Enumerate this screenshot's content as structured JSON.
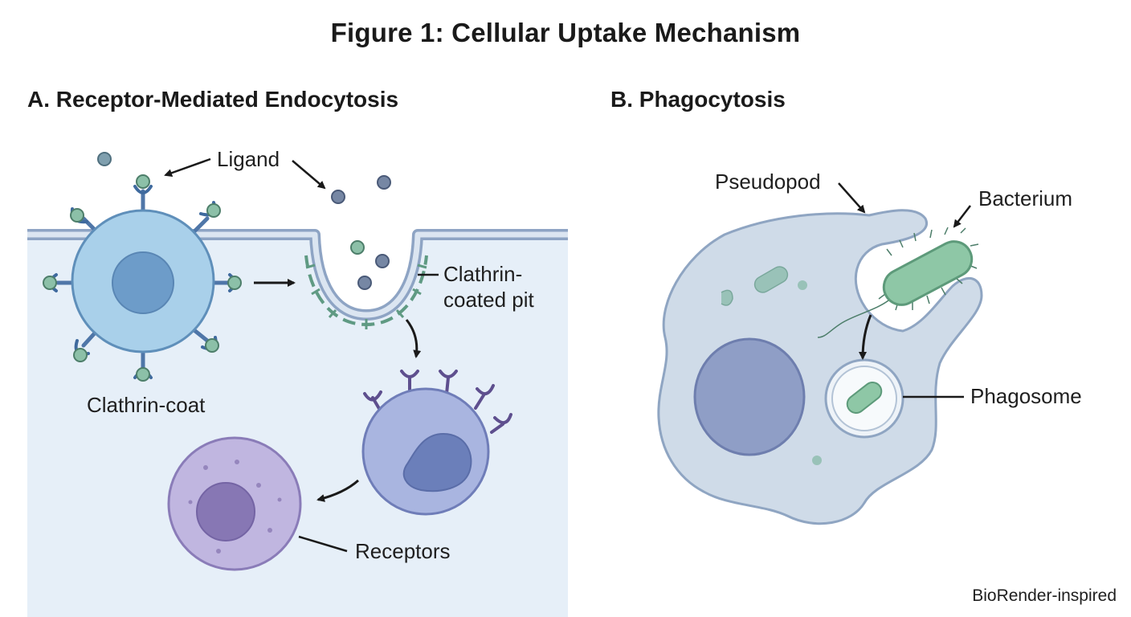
{
  "figure": {
    "title": "Figure 1: Cellular Uptake Mechanism",
    "credit": "BioRender-inspired"
  },
  "panel_a": {
    "title": "A. Receptor-Mediated Endocytosis",
    "labels": {
      "ligand": "Ligand",
      "clathrin_pit_line1": "Clathrin-",
      "clathrin_pit_line2": "coated pit",
      "clathrin_coat": "Clathrin-coat",
      "receptors": "Receptors"
    }
  },
  "panel_b": {
    "title": "B. Phagocytosis",
    "labels": {
      "pseudopod": "Pseudopod",
      "bacterium": "Bacterium",
      "phagosome": "Phagosome"
    }
  },
  "colors": {
    "cytoplasm": "#e6eff8",
    "membrane": "#8ea4c4",
    "cell_blue": "#a9d0ea",
    "ligand_green": "#8cc0a8",
    "vesicle_purple": "#a9b5e0",
    "endosome_lilac": "#c0b6e0",
    "macrophage": "#cfdbe8",
    "bacterium_green": "#8ec7a6"
  }
}
